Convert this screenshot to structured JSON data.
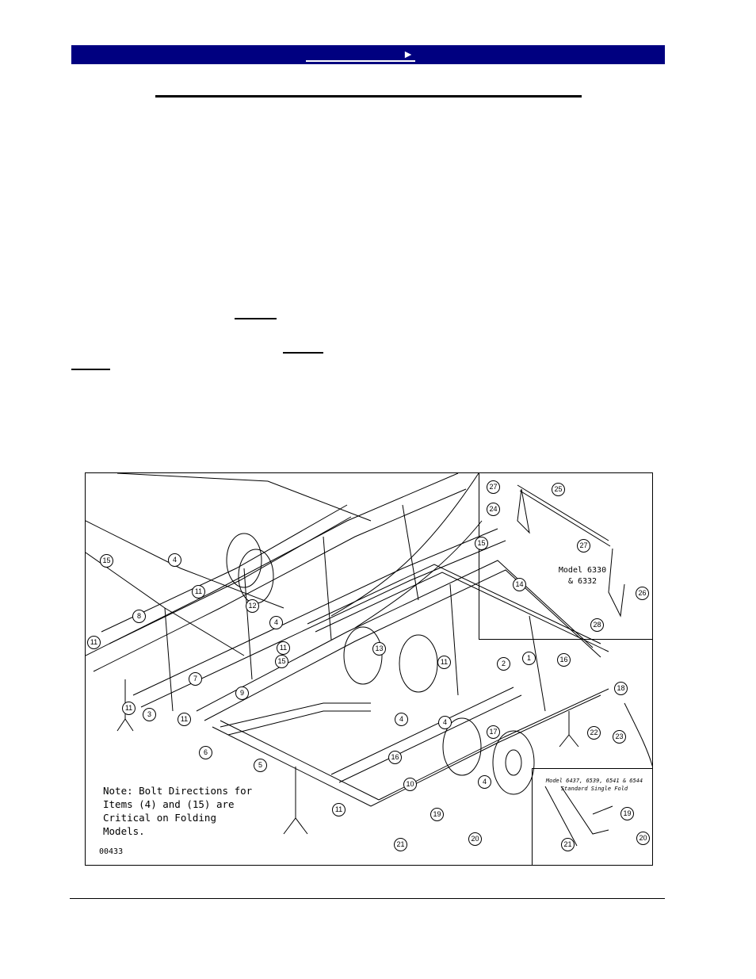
{
  "header": {
    "nav_link": "►"
  },
  "figure": {
    "note_lines": [
      "Note:  Bolt Directions for",
      "Items (4) and (15) are",
      "Critical on Folding Models."
    ],
    "figure_code": "00433",
    "inset_top_label": [
      "Model 6330",
      "& 6332"
    ],
    "inset_bottom_label": [
      "Model 6437, 6539, 6541 & 6544",
      "Standard Single Fold"
    ],
    "callouts": [
      "1",
      "2",
      "3",
      "4",
      "5",
      "6",
      "7",
      "8",
      "9",
      "10",
      "11",
      "12",
      "13",
      "14",
      "15",
      "16",
      "17",
      "18",
      "19",
      "20",
      "21",
      "22",
      "23",
      "24",
      "25",
      "26",
      "27",
      "28"
    ]
  }
}
